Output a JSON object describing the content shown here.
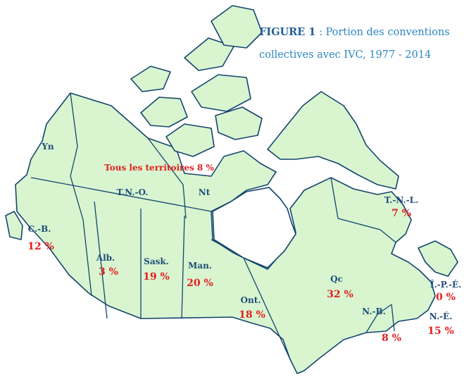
{
  "title": {
    "figure": "FIGURE 1",
    "text": " : Portion des conventions collectives avec IVC, 1977 - 2014"
  },
  "territories_total": "Tous les territoires 8 %",
  "regions": [
    {
      "key": "yn",
      "label": "Yn",
      "value": ""
    },
    {
      "key": "tno",
      "label": "T.N.-O.",
      "value": ""
    },
    {
      "key": "nt",
      "label": "Nt",
      "value": ""
    },
    {
      "key": "cb",
      "label": "C.-B.",
      "value": "12 %"
    },
    {
      "key": "alb",
      "label": "Alb.",
      "value": "3 %"
    },
    {
      "key": "sask",
      "label": "Sask.",
      "value": "19 %"
    },
    {
      "key": "man",
      "label": "Man.",
      "value": "20 %"
    },
    {
      "key": "ont",
      "label": "Ont.",
      "value": "18 %"
    },
    {
      "key": "qc",
      "label": "Qc",
      "value": "32 %"
    },
    {
      "key": "tnl",
      "label": "T.-N.-L.",
      "value": "7 %"
    },
    {
      "key": "ipe",
      "label": "Î.-P.-É.",
      "value": "0 %"
    },
    {
      "key": "nb",
      "label": "N.-B.",
      "value": "8 %"
    },
    {
      "key": "ne",
      "label": "N.-É.",
      "value": "15 %"
    }
  ],
  "colors": {
    "land": "#d8f5d0",
    "border": "#14456e",
    "label": "#1e4d78",
    "value": "#e41e1e",
    "title": "#2a86c0"
  }
}
